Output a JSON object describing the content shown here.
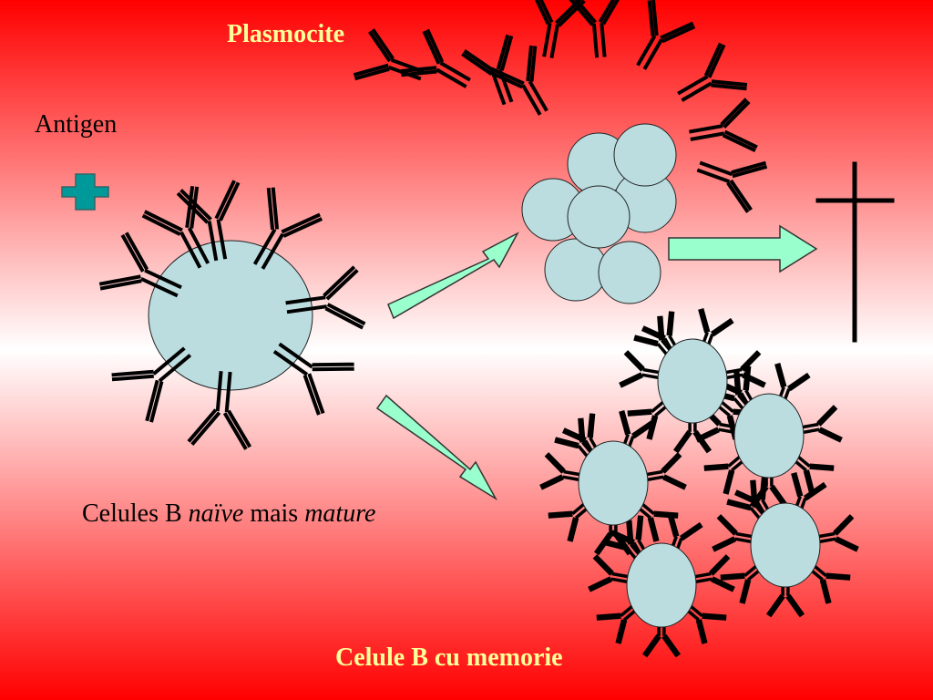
{
  "slide": {
    "title_plasmocite": "Plasmocite",
    "label_antigen": "Antigen",
    "label_naive": {
      "part1": "Celules B ",
      "part2": "naïve",
      "part3": " mais ",
      "part4": "mature"
    },
    "title_memory": "Celule B cu memorie"
  },
  "colors": {
    "background_edge": "#ff0000",
    "background_center": "#ffffff",
    "title_text": "#ffff99",
    "body_text": "#000000",
    "cell_fill": "#bbdde0",
    "arrow_fill": "#99ffcc",
    "antigen_fill": "#009999",
    "antibody_stroke": "#000000"
  },
  "icons": {
    "antigen": "cross-shaped-antigen-icon",
    "death": "latin-cross-icon"
  }
}
